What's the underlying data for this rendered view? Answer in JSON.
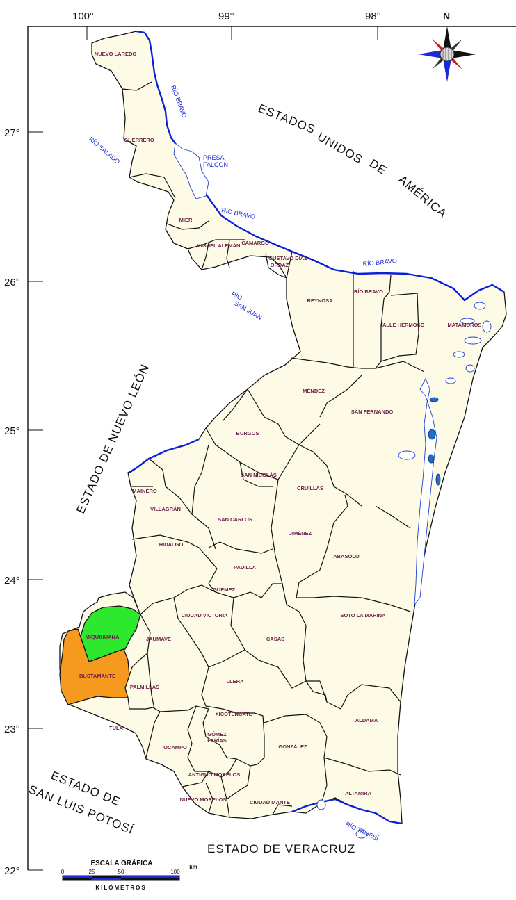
{
  "longitudes": [
    "100°",
    "99°",
    "98°"
  ],
  "latitudes": [
    "27°",
    "26°",
    "25°",
    "24°",
    "23°",
    "22°"
  ],
  "north_label": "N",
  "regions": {
    "usa": [
      "ESTADOS",
      "UNIDOS",
      "DE",
      "AMÉRICA"
    ],
    "nuevo_leon": "ESTADO DE NUEVO LEÓN",
    "slp_line1": "ESTADO DE",
    "slp_line2": "SAN LUIS POTOSÍ",
    "veracruz": "ESTADO DE VERACRUZ"
  },
  "rivers": {
    "bravo_1": "RÍO BRAVO",
    "bravo_2": "RÍO BRAVO",
    "bravo_3": "RÍO BRAVO",
    "salado": "RÍO SALADO",
    "san_juan_1": "RÍO",
    "san_juan_2": "SAN JUAN",
    "tamesi": "RÍO TAMESÍ",
    "presa_1": "PRESA",
    "presa_2": "FALCON"
  },
  "municipalities": {
    "nuevo_laredo": "NUEVO LAREDO",
    "guerrero": "GUERRERO",
    "mier": "MIER",
    "miguel_aleman": "MIGUEL ALEMÁN",
    "camargo": "CAMARGO",
    "gustavo_diaz_ordaz_1": "GUSTAVO DÍAZ",
    "gustavo_diaz_ordaz_2": "ORDÁZ",
    "reynosa": "REYNOSA",
    "rio_bravo": "RÍO BRAVO",
    "valle_hermoso": "VALLE HERMOSO",
    "matamoros": "MATAMOROS",
    "mendez": "MÉNDEZ",
    "san_fernando": "SAN FERNANDO",
    "burgos": "BURGOS",
    "san_nicolas": "SAN NICOLÁS",
    "cruillas": "CRUILLAS",
    "mainero": "MAINERO",
    "villagran": "VILLAGRÁN",
    "san_carlos": "SAN CARLOS",
    "hidalgo": "HIDALGO",
    "jimenez": "JIMÉNEZ",
    "abasolo": "ABASOLO",
    "padilla": "PADILLA",
    "guemez": "GÜEMEZ",
    "ciudad_victoria": "CIUDAD VICTORIA",
    "miquihuana": "MIQUIHUANA",
    "jaumave": "JAUMAVE",
    "soto_la_marina": "SOTO LA MARINA",
    "casas": "CASAS",
    "bustamante": "BUSTAMANTE",
    "palmillas": "PALMILLAS",
    "llera": "LLERA",
    "tula": "TULA",
    "xicotencatl": "XICOTÉNCATL",
    "aldama": "ALDAMA",
    "gomez_farias_1": "GÓMEZ",
    "gomez_farias_2": "FARÍAS",
    "ocampo": "OCAMPO",
    "gonzalez": "GONZÁLEZ",
    "antiguo_morelos": "ANTIGUO MORELOS",
    "nuevo_morelos": "NUEVO MORELOS",
    "ciudad_mante": "CIUDAD MANTE",
    "altamira": "ALTAMIRA"
  },
  "scale": {
    "title": "ESCALA GRÁFICA",
    "ticks": [
      "0",
      "25",
      "50",
      "100"
    ],
    "unit": "km",
    "caption": "KILÓMETROS"
  },
  "colors": {
    "land": "#fdfbe6",
    "highlight_green": "#2ee82e",
    "highlight_orange": "#f59a1e",
    "water": "#0a20d8",
    "label": "#6b1f4a"
  }
}
